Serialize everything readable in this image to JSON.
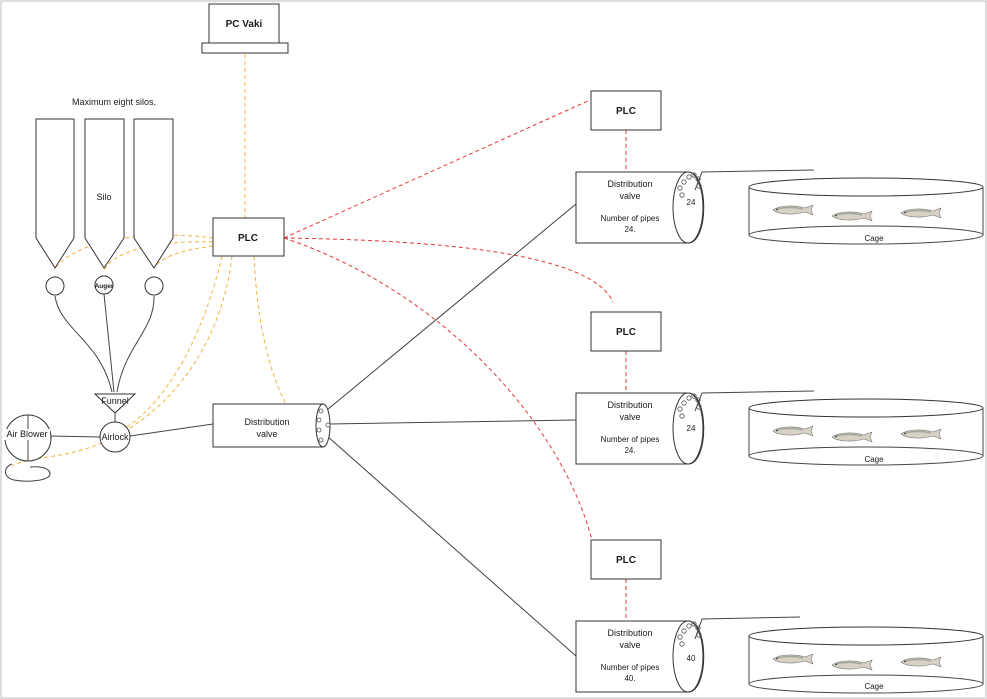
{
  "diagram": {
    "note": "Maximum eight silos.",
    "pc": "PC Vaki",
    "plc": "PLC",
    "silo": "Silo",
    "auger": "Auger",
    "funnel": "Funnel",
    "airlock": "Airlock",
    "blower": "Air Blower",
    "dist_main": [
      "Distribution",
      "valve"
    ],
    "valves": [
      {
        "title": [
          "Distribution",
          "valve"
        ],
        "pipes_label": "Number of pipes",
        "pipes_value": "24.",
        "count": "24",
        "cage": "Cage"
      },
      {
        "title": [
          "Distribution",
          "valve"
        ],
        "pipes_label": "Number of pipes",
        "pipes_value": "24.",
        "count": "24",
        "cage": "Cage"
      },
      {
        "title": [
          "Distribution",
          "valve"
        ],
        "pipes_label": "Number of pipes",
        "pipes_value": "40.",
        "count": "40",
        "cage": "Cage"
      }
    ]
  }
}
